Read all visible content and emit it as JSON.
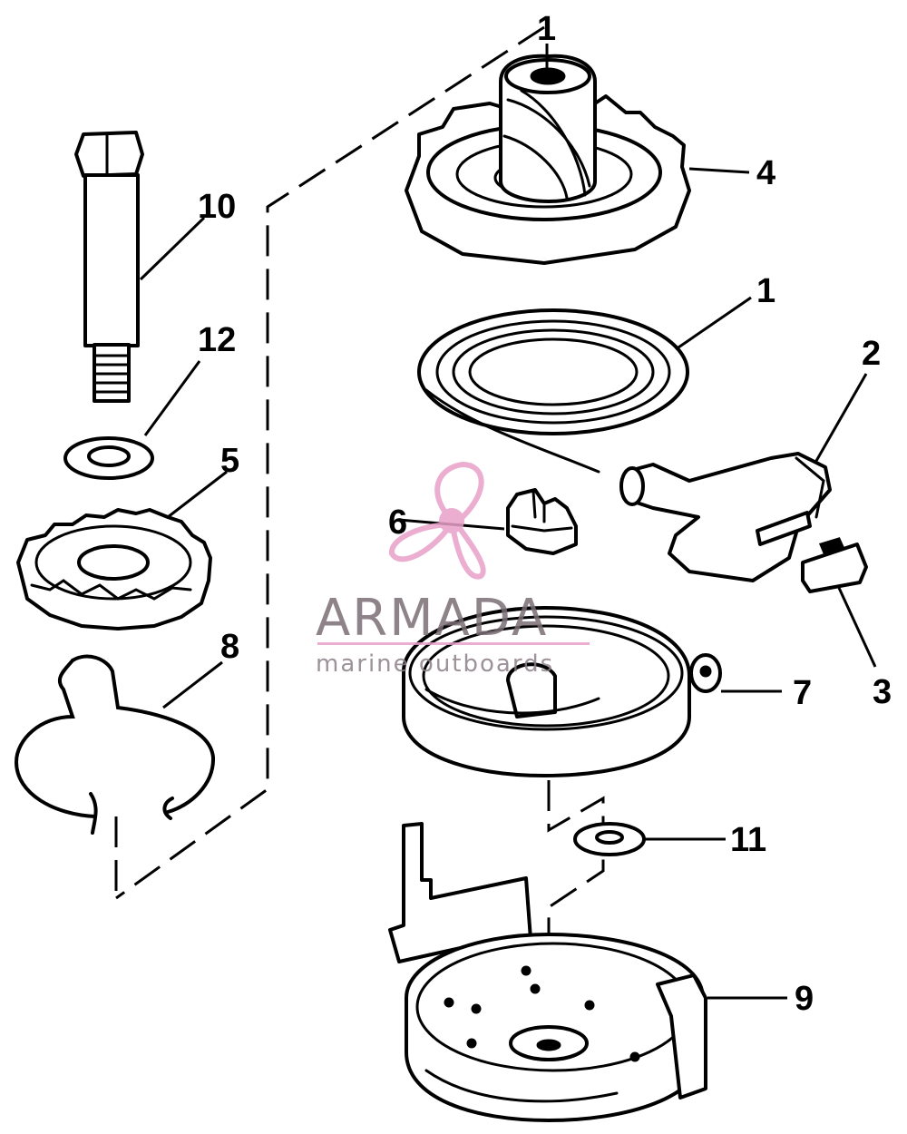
{
  "callouts": {
    "c1_top": "1",
    "c4": "4",
    "c10": "10",
    "c1_spring": "1",
    "c2": "2",
    "c12": "12",
    "c5": "5",
    "c6": "6",
    "c8": "8",
    "c7": "7",
    "c3": "3",
    "c11": "11",
    "c9": "9"
  },
  "watermark": {
    "brand": "ARMADA",
    "tagline": "marine outboards",
    "color": "#e8a0c8"
  }
}
